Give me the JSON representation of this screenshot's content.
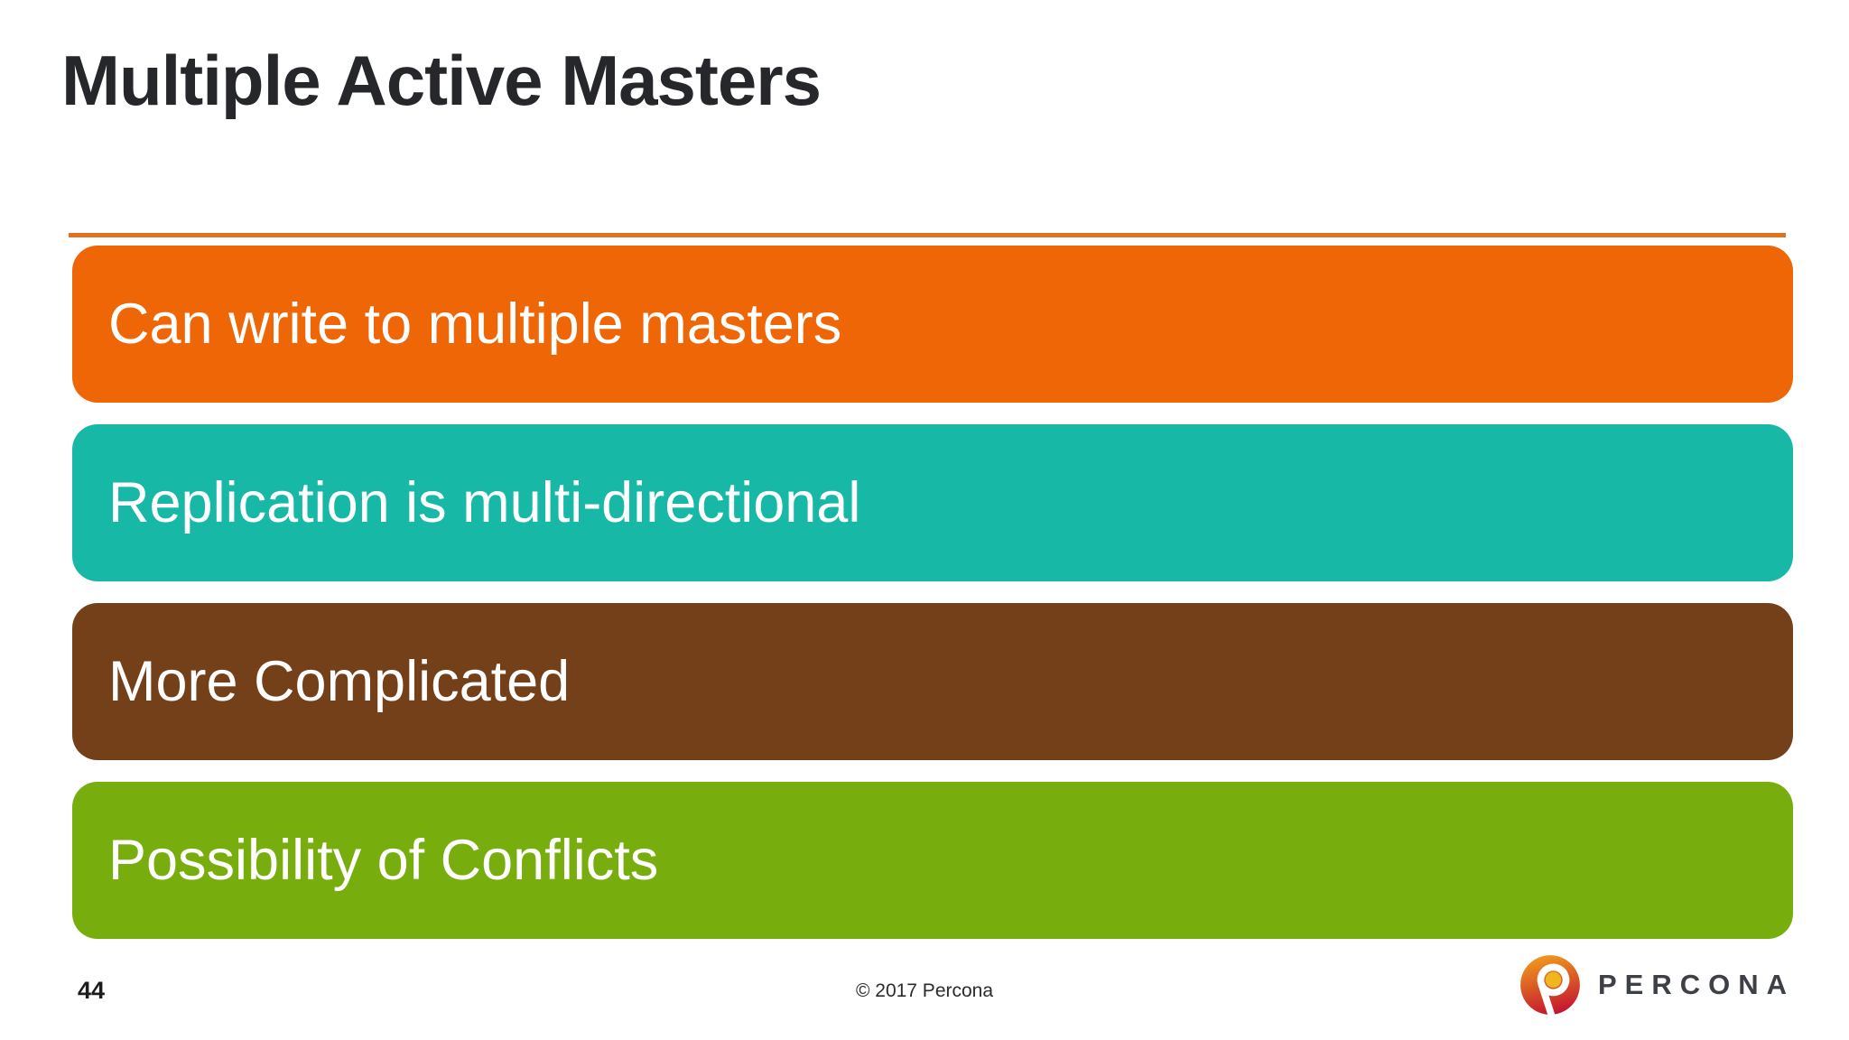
{
  "slide": {
    "title": "Multiple Active Masters",
    "divider_color": "#e2711b",
    "bars": [
      {
        "label": "Can write to multiple masters",
        "color": "#ee6606"
      },
      {
        "label": "Replication is multi-directional",
        "color": "#17b8a6"
      },
      {
        "label": "More Complicated",
        "color": "#744019"
      },
      {
        "label": "Possibility of Conflicts",
        "color": "#77ad0d"
      }
    ],
    "footer": {
      "page_number": "44",
      "copyright": "© 2017 Percona",
      "logo_text": "PERCONA"
    },
    "logo_colors": {
      "gradient_top": "#f09a1c",
      "gradient_bottom": "#c31230",
      "center_dot": "#efb61d"
    }
  }
}
